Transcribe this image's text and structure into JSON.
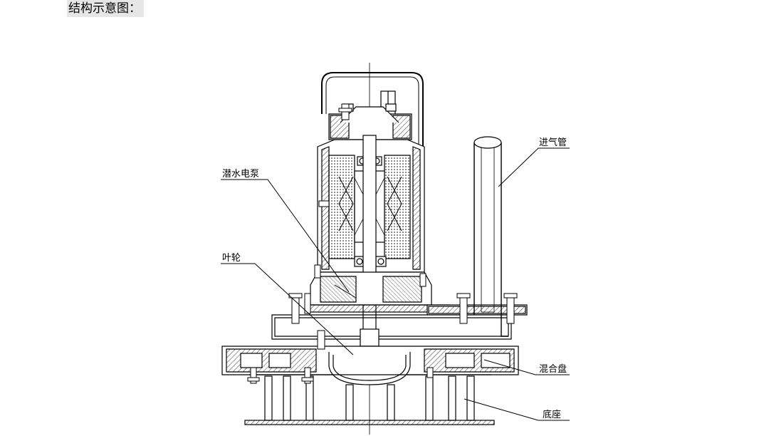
{
  "heading": "结构示意图：",
  "labels": {
    "air_inlet_pipe": "进气管",
    "submersible_pump": "潜水电泵",
    "impeller": "叶轮",
    "mixing_disc": "混合盘",
    "base": "底座"
  }
}
